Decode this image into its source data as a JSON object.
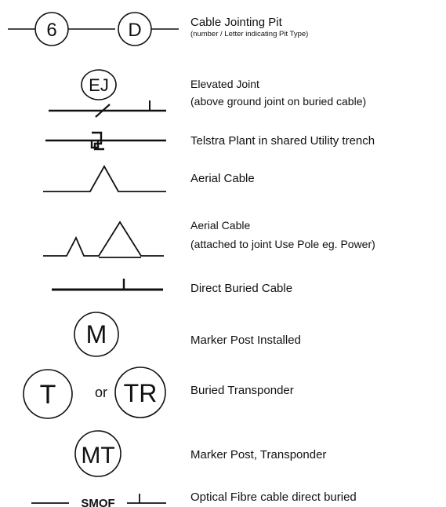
{
  "symbols": {
    "pit_number": "6",
    "pit_letter": "D",
    "elevated_joint": "EJ",
    "marker_post": "M",
    "transponder_t": "T",
    "transponder_or": "or",
    "transponder_tr": "TR",
    "marker_transponder": "MT",
    "optical_fibre": "SMOF"
  },
  "legend": [
    {
      "title": "Cable Jointing Pit",
      "subtitle": "(number / Letter indicating Pit Type)"
    },
    {
      "title": "Elevated Joint",
      "subtitle": "(above ground joint on buried cable)"
    },
    {
      "title": "Telstra Plant in shared Utility trench"
    },
    {
      "title": "Aerial Cable"
    },
    {
      "title": "Aerial Cable",
      "subtitle": "(attached to joint Use Pole eg. Power)"
    },
    {
      "title": "Direct Buried Cable"
    },
    {
      "title": "Marker Post Installed"
    },
    {
      "title": "Buried Transponder"
    },
    {
      "title": "Marker Post, Transponder"
    },
    {
      "title": "Optical Fibre cable direct buried"
    }
  ]
}
